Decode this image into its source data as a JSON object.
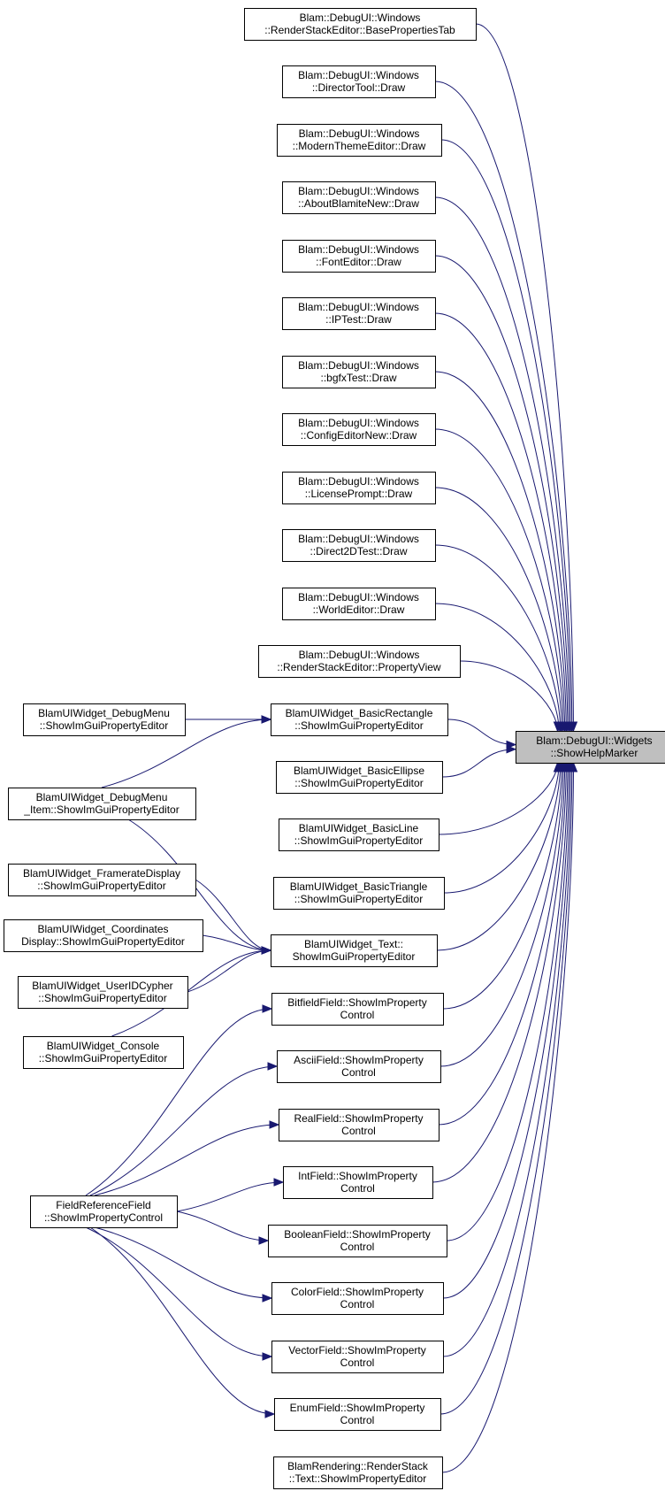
{
  "target": {
    "id": "target",
    "lines": [
      "Blam::DebugUI::Widgets",
      "::ShowHelpMarker"
    ]
  },
  "nodes": [
    {
      "id": "n1",
      "lines": [
        "Blam::DebugUI::Windows",
        "::RenderStackEditor::BasePropertiesTab"
      ]
    },
    {
      "id": "n2",
      "lines": [
        "Blam::DebugUI::Windows",
        "::DirectorTool::Draw"
      ]
    },
    {
      "id": "n3",
      "lines": [
        "Blam::DebugUI::Windows",
        "::ModernThemeEditor::Draw"
      ]
    },
    {
      "id": "n4",
      "lines": [
        "Blam::DebugUI::Windows",
        "::AboutBlamiteNew::Draw"
      ]
    },
    {
      "id": "n5",
      "lines": [
        "Blam::DebugUI::Windows",
        "::FontEditor::Draw"
      ]
    },
    {
      "id": "n6",
      "lines": [
        "Blam::DebugUI::Windows",
        "::IPTest::Draw"
      ]
    },
    {
      "id": "n7",
      "lines": [
        "Blam::DebugUI::Windows",
        "::bgfxTest::Draw"
      ]
    },
    {
      "id": "n8",
      "lines": [
        "Blam::DebugUI::Windows",
        "::ConfigEditorNew::Draw"
      ]
    },
    {
      "id": "n9",
      "lines": [
        "Blam::DebugUI::Windows",
        "::LicensePrompt::Draw"
      ]
    },
    {
      "id": "n10",
      "lines": [
        "Blam::DebugUI::Windows",
        "::Direct2DTest::Draw"
      ]
    },
    {
      "id": "n11",
      "lines": [
        "Blam::DebugUI::Windows",
        "::WorldEditor::Draw"
      ]
    },
    {
      "id": "n12",
      "lines": [
        "Blam::DebugUI::Windows",
        "::RenderStackEditor::PropertyView"
      ]
    },
    {
      "id": "n13",
      "lines": [
        "BlamUIWidget_BasicRectangle",
        "::ShowImGuiPropertyEditor"
      ]
    },
    {
      "id": "n14",
      "lines": [
        "BlamUIWidget_BasicEllipse",
        "::ShowImGuiPropertyEditor"
      ]
    },
    {
      "id": "n15",
      "lines": [
        "BlamUIWidget_BasicLine",
        "::ShowImGuiPropertyEditor"
      ]
    },
    {
      "id": "n16",
      "lines": [
        "BlamUIWidget_BasicTriangle",
        "::ShowImGuiPropertyEditor"
      ]
    },
    {
      "id": "n17",
      "lines": [
        "BlamUIWidget_Text::",
        "ShowImGuiPropertyEditor"
      ]
    },
    {
      "id": "n18",
      "lines": [
        "BitfieldField::ShowImProperty",
        "Control"
      ]
    },
    {
      "id": "n19",
      "lines": [
        "AsciiField::ShowImProperty",
        "Control"
      ]
    },
    {
      "id": "n20",
      "lines": [
        "RealField::ShowImProperty",
        "Control"
      ]
    },
    {
      "id": "n21",
      "lines": [
        "IntField::ShowImProperty",
        "Control"
      ]
    },
    {
      "id": "n22",
      "lines": [
        "BooleanField::ShowImProperty",
        "Control"
      ]
    },
    {
      "id": "n23",
      "lines": [
        "ColorField::ShowImProperty",
        "Control"
      ]
    },
    {
      "id": "n24",
      "lines": [
        "VectorField::ShowImProperty",
        "Control"
      ]
    },
    {
      "id": "n25",
      "lines": [
        "EnumField::ShowImProperty",
        "Control"
      ]
    },
    {
      "id": "n26",
      "lines": [
        "BlamRendering::RenderStack",
        "::Text::ShowImPropertyEditor"
      ]
    },
    {
      "id": "l1",
      "lines": [
        "BlamUIWidget_DebugMenu",
        "::ShowImGuiPropertyEditor"
      ]
    },
    {
      "id": "l2",
      "lines": [
        "BlamUIWidget_DebugMenu",
        "_Item::ShowImGuiPropertyEditor"
      ]
    },
    {
      "id": "l3",
      "lines": [
        "BlamUIWidget_FramerateDisplay",
        "::ShowImGuiPropertyEditor"
      ]
    },
    {
      "id": "l4",
      "lines": [
        "BlamUIWidget_Coordinates",
        "Display::ShowImGuiPropertyEditor"
      ]
    },
    {
      "id": "l5",
      "lines": [
        "BlamUIWidget_UserIDCypher",
        "::ShowImGuiPropertyEditor"
      ]
    },
    {
      "id": "l6",
      "lines": [
        "BlamUIWidget_Console",
        "::ShowImGuiPropertyEditor"
      ]
    },
    {
      "id": "l7",
      "lines": [
        "FieldReferenceField",
        "::ShowImPropertyControl"
      ]
    }
  ],
  "edges": [
    [
      "n1",
      "target"
    ],
    [
      "n2",
      "target"
    ],
    [
      "n3",
      "target"
    ],
    [
      "n4",
      "target"
    ],
    [
      "n5",
      "target"
    ],
    [
      "n6",
      "target"
    ],
    [
      "n7",
      "target"
    ],
    [
      "n8",
      "target"
    ],
    [
      "n9",
      "target"
    ],
    [
      "n10",
      "target"
    ],
    [
      "n11",
      "target"
    ],
    [
      "n12",
      "target"
    ],
    [
      "n13",
      "target"
    ],
    [
      "n14",
      "target"
    ],
    [
      "n15",
      "target"
    ],
    [
      "n16",
      "target"
    ],
    [
      "n17",
      "target"
    ],
    [
      "n18",
      "target"
    ],
    [
      "n19",
      "target"
    ],
    [
      "n20",
      "target"
    ],
    [
      "n21",
      "target"
    ],
    [
      "n22",
      "target"
    ],
    [
      "n23",
      "target"
    ],
    [
      "n24",
      "target"
    ],
    [
      "n25",
      "target"
    ],
    [
      "n26",
      "target"
    ],
    [
      "l1",
      "n13"
    ],
    [
      "l2",
      "n13"
    ],
    [
      "l2",
      "n17"
    ],
    [
      "l3",
      "n17"
    ],
    [
      "l4",
      "n17"
    ],
    [
      "l5",
      "n17"
    ],
    [
      "l6",
      "n17"
    ],
    [
      "l7",
      "n18"
    ],
    [
      "l7",
      "n19"
    ],
    [
      "l7",
      "n20"
    ],
    [
      "l7",
      "n21"
    ],
    [
      "l7",
      "n22"
    ],
    [
      "l7",
      "n23"
    ],
    [
      "l7",
      "n24"
    ],
    [
      "l7",
      "n25"
    ]
  ]
}
